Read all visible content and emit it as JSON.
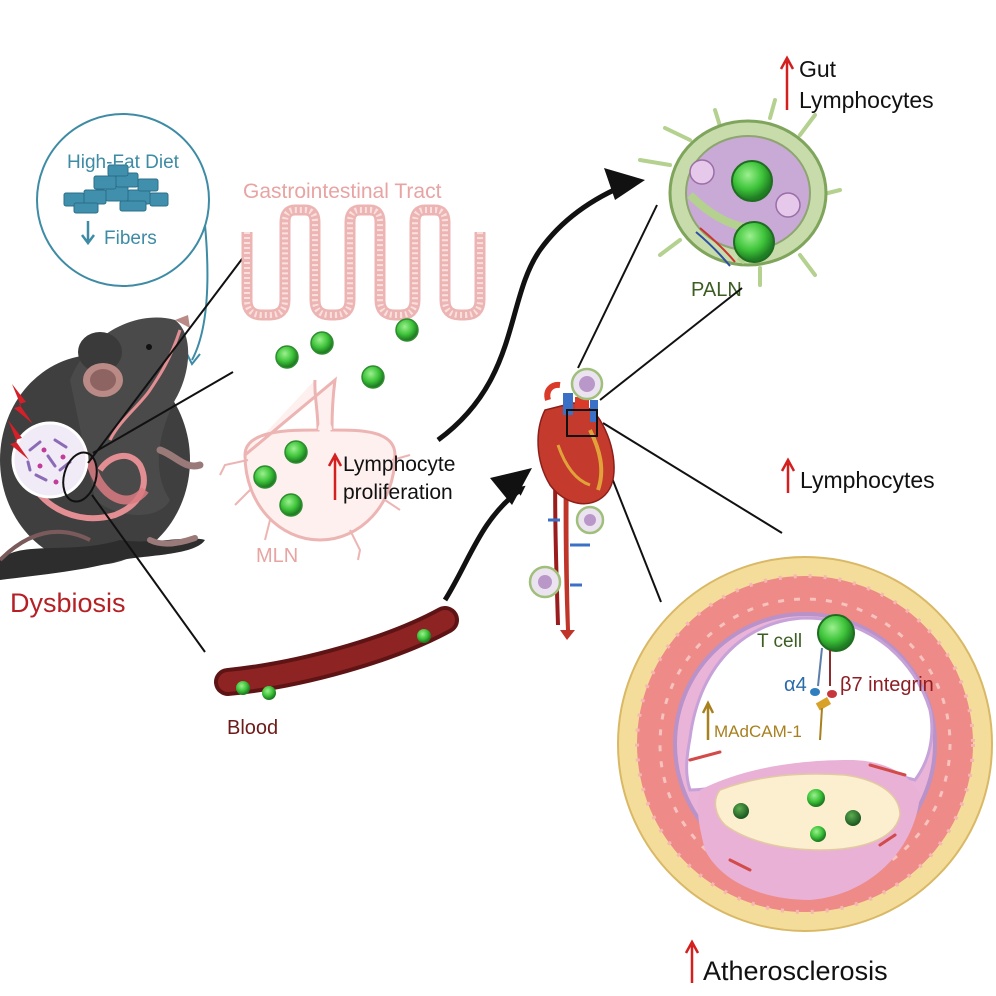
{
  "diet": {
    "title": "High-Fat Diet",
    "fibers": "Fibers"
  },
  "gi": {
    "title": "Gastrointestinal Tract"
  },
  "mln": {
    "label": "MLN"
  },
  "prolif": {
    "line1": "Lymphocyte",
    "line2": "proliferation"
  },
  "dysbiosis": {
    "label": "Dysbiosis"
  },
  "blood": {
    "label": "Blood"
  },
  "gut": {
    "line1": "Gut",
    "line2": "Lymphocytes"
  },
  "paln": {
    "label": "PALN"
  },
  "lymph": {
    "label": "Lymphocytes"
  },
  "artery": {
    "tcell": "T cell",
    "alpha": "α4",
    "beta": "β7 integrin",
    "madcam": "MAdCAM-1"
  },
  "athero": {
    "label": "Atherosclerosis"
  },
  "colors": {
    "diet": "#3d8ba5",
    "gi": "#e8a4a3",
    "dysbiosis": "#b52025",
    "arrow_up": "#d3201f",
    "lymphocyte": "#3ec43a",
    "paln": "#3d5e23",
    "madcam": "#a8801e",
    "blood": "#6e1a18"
  }
}
